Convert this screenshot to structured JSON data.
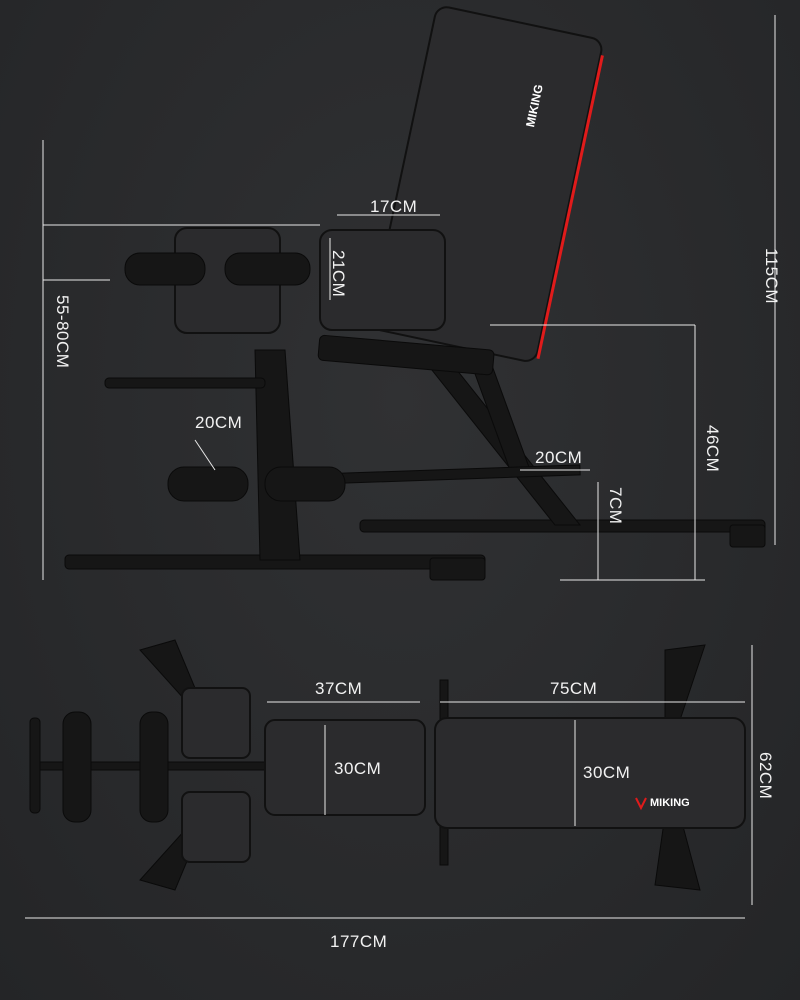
{
  "brand": {
    "logo_text": "MIKING",
    "accent_color": "#e01b1b"
  },
  "side_view": {
    "dimensions": {
      "total_height": "115CM",
      "seat_height_range": "55-80CM",
      "seat_pad_width": "17CM",
      "seat_pad_length": "21CM",
      "seat_height": "46CM",
      "foam_roller_length": "20CM",
      "rear_foot_length": "20CM",
      "rear_foot_height": "7CM"
    }
  },
  "top_view": {
    "dimensions": {
      "seat_length": "37CM",
      "back_length": "75CM",
      "seat_width": "30CM",
      "back_width": "30CM",
      "base_width": "62CM",
      "total_length": "177CM"
    }
  }
}
